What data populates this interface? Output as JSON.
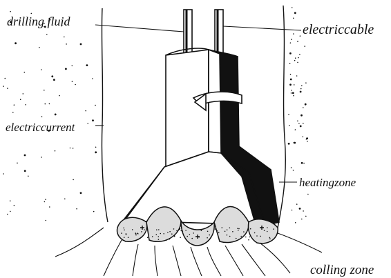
{
  "labels": {
    "drilling_fluid": "drilling fluid",
    "electric_cable": "electriccable",
    "electric_current": "electriccurrent",
    "heating_zone": "heatingzone",
    "cooling_zone": "colling zone"
  },
  "colors": {
    "ink": "#111111",
    "background": "#ffffff",
    "heated_rock": "#dcdcdc"
  },
  "components": {
    "tubes": 2,
    "arrow": "rotation-arrow",
    "cutting_lobes": 5
  }
}
